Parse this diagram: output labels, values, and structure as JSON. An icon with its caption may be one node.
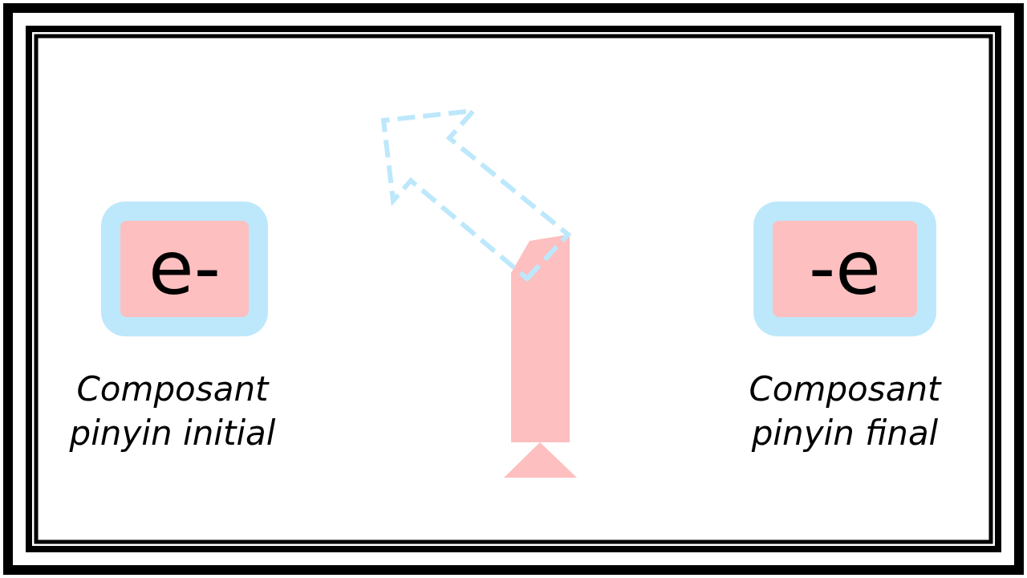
{
  "diagram": {
    "nodes": [
      {
        "text": [
          "e-"
        ],
        "beside": [
          "Composant pinyin initial"
        ]
      },
      {
        "text": [
          "-e"
        ],
        "beside": [
          "Composant pinyin final"
        ]
      }
    ]
  }
}
